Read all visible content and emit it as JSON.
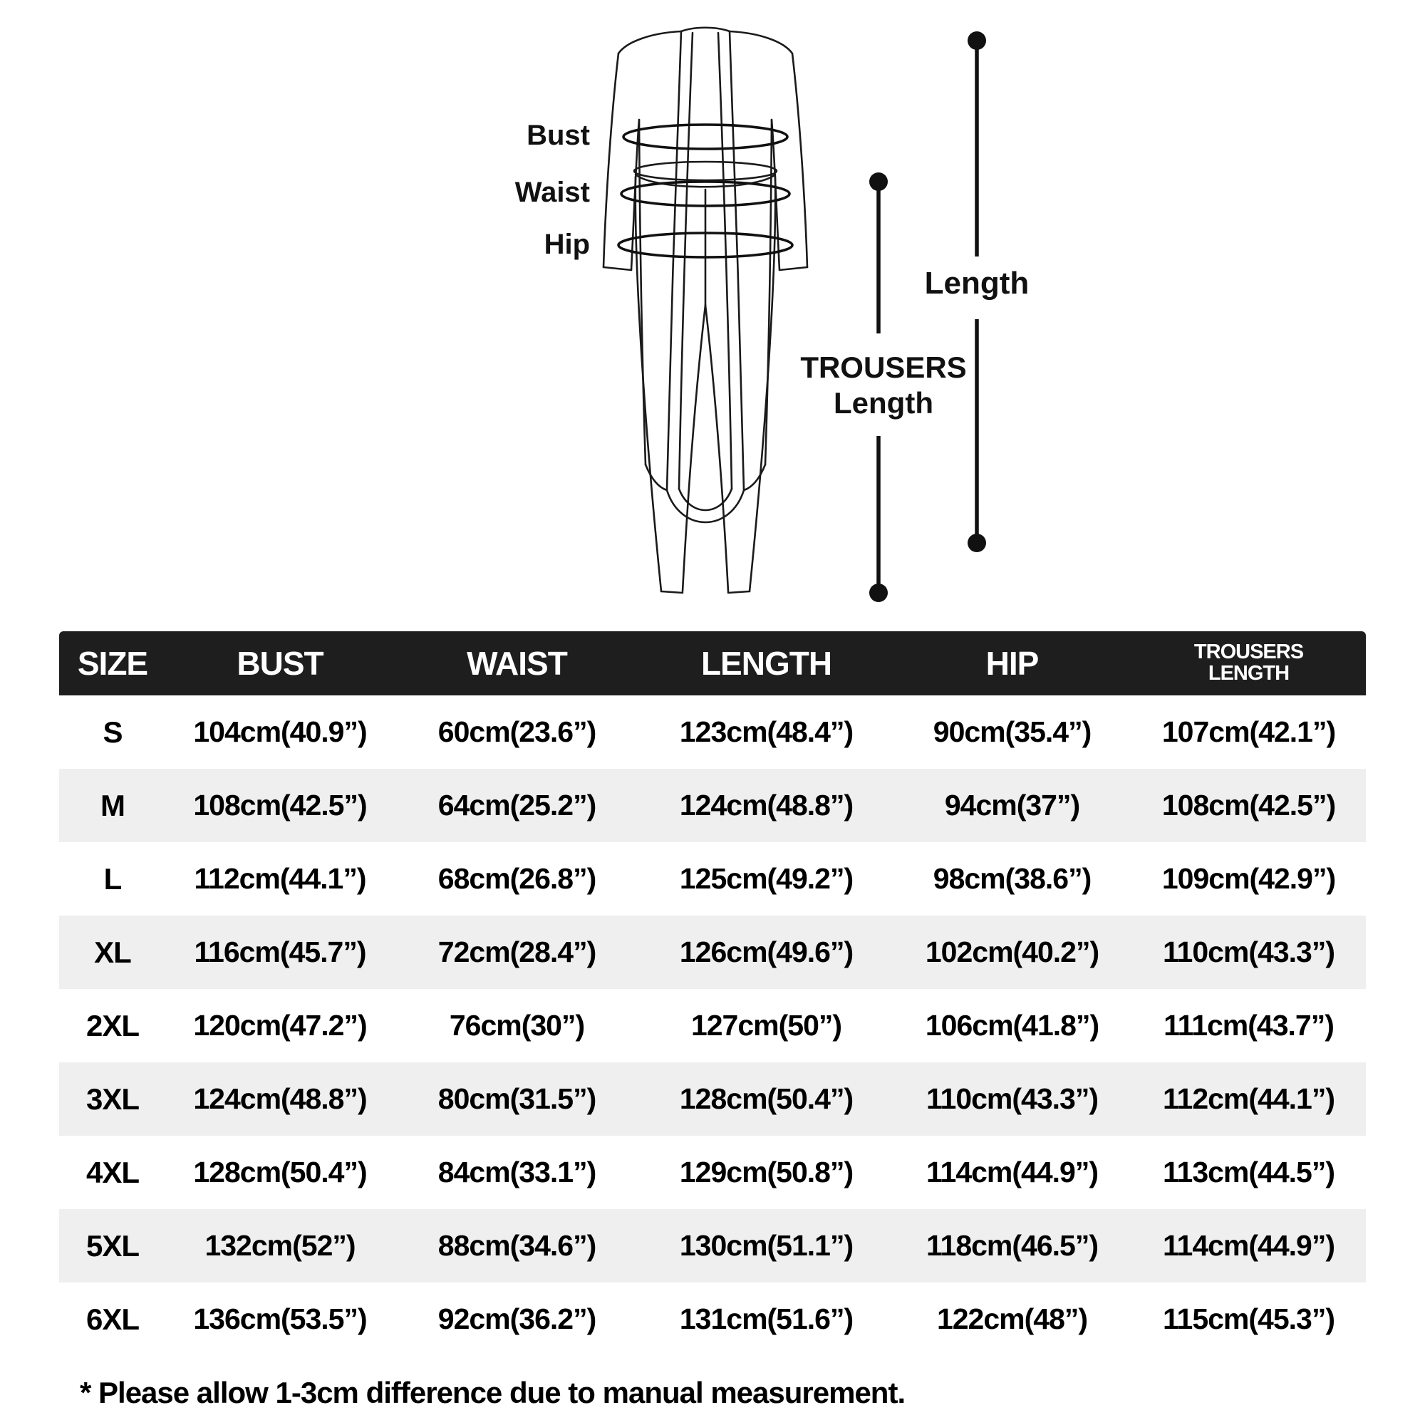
{
  "diagram": {
    "bust_label": "Bust",
    "waist_label": "Waist",
    "hip_label": "Hip",
    "length_label": "Length",
    "trousers_label_line1": "TROUSERS",
    "trousers_label_line2": "Length"
  },
  "table": {
    "headers": [
      "SIZE",
      "BUST",
      "WAIST",
      "LENGTH",
      "HIP",
      "TROUSERS\nLENGTH"
    ],
    "rows": [
      {
        "size": "S",
        "bust": "104cm(40.9”)",
        "waist": "60cm(23.6”)",
        "length": "123cm(48.4”)",
        "hip": "90cm(35.4”)",
        "trousers": "107cm(42.1”)"
      },
      {
        "size": "M",
        "bust": "108cm(42.5”)",
        "waist": "64cm(25.2”)",
        "length": "124cm(48.8”)",
        "hip": "94cm(37”)",
        "trousers": "108cm(42.5”)"
      },
      {
        "size": "L",
        "bust": "112cm(44.1”)",
        "waist": "68cm(26.8”)",
        "length": "125cm(49.2”)",
        "hip": "98cm(38.6”)",
        "trousers": "109cm(42.9”)"
      },
      {
        "size": "XL",
        "bust": "116cm(45.7”)",
        "waist": "72cm(28.4”)",
        "length": "126cm(49.6”)",
        "hip": "102cm(40.2”)",
        "trousers": "110cm(43.3”)"
      },
      {
        "size": "2XL",
        "bust": "120cm(47.2”)",
        "waist": "76cm(30”)",
        "length": "127cm(50”)",
        "hip": "106cm(41.8”)",
        "trousers": "111cm(43.7”)"
      },
      {
        "size": "3XL",
        "bust": "124cm(48.8”)",
        "waist": "80cm(31.5”)",
        "length": "128cm(50.4”)",
        "hip": "110cm(43.3”)",
        "trousers": "112cm(44.1”)"
      },
      {
        "size": "4XL",
        "bust": "128cm(50.4”)",
        "waist": "84cm(33.1”)",
        "length": "129cm(50.8”)",
        "hip": "114cm(44.9”)",
        "trousers": "113cm(44.5”)"
      },
      {
        "size": "5XL",
        "bust": "132cm(52”)",
        "waist": "88cm(34.6”)",
        "length": "130cm(51.1”)",
        "hip": "118cm(46.5”)",
        "trousers": "114cm(44.9”)"
      },
      {
        "size": "6XL",
        "bust": "136cm(53.5”)",
        "waist": "92cm(36.2”)",
        "length": "131cm(51.6”)",
        "hip": "122cm(48”)",
        "trousers": "115cm(45.3”)"
      }
    ]
  },
  "footer": {
    "note": "* Please allow 1-3cm difference due to manual measurement."
  },
  "colors": {
    "header_bg": "#1e1e1e",
    "row_alt": "#efefef",
    "text": "#000000"
  }
}
